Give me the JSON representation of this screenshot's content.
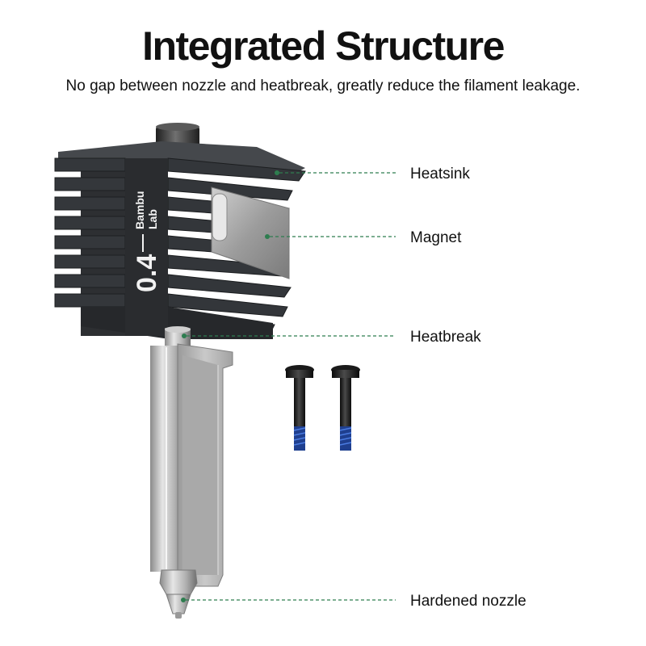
{
  "title": "Integrated Structure",
  "subtitle": "No gap between nozzle and heatbreak, greatly reduce the filament leakage.",
  "product": {
    "size_mark": "0.4",
    "brand_line1": "Bambu",
    "brand_line2": "Lab"
  },
  "callouts": [
    {
      "label": "Heatsink"
    },
    {
      "label": "Magnet"
    },
    {
      "label": "Heatbreak"
    },
    {
      "label": "Hardened nozzle"
    }
  ],
  "colors": {
    "heatsink": "#2d2f32",
    "heatsink_light": "#3c3f43",
    "steel": "#b8b8b8",
    "callout_line": "#2e7d4f",
    "screw_thread": "#2a5dbf"
  }
}
